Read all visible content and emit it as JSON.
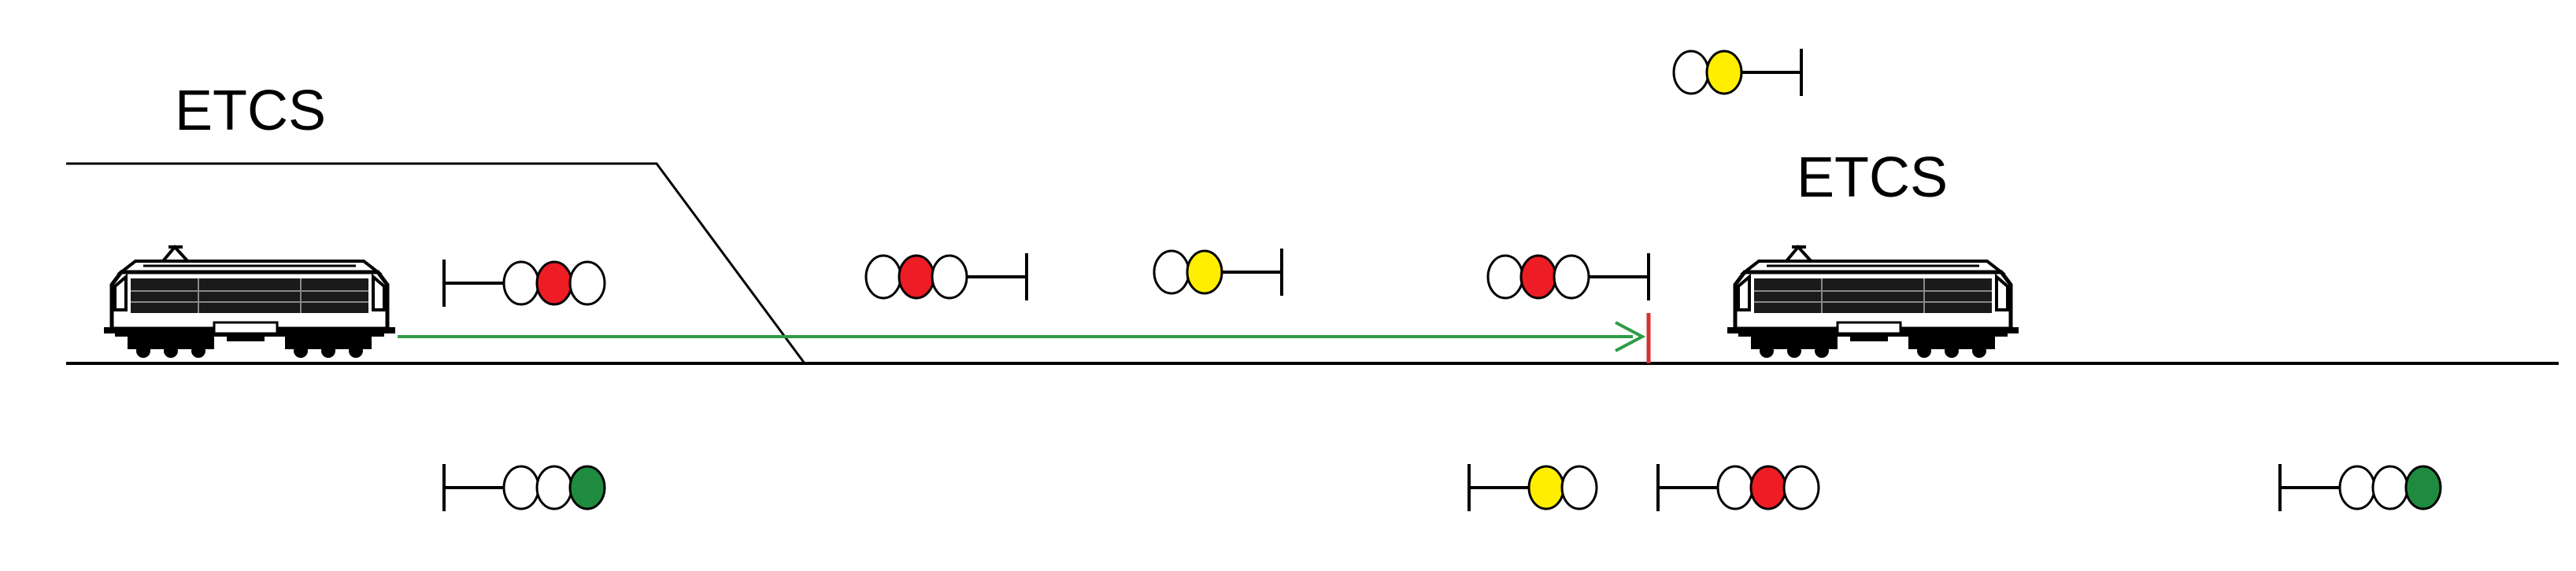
{
  "labels": {
    "etcs_left": "ETCS",
    "etcs_right": "ETCS"
  },
  "colors": {
    "red": "#ee1c24",
    "yellow": "#ffee00",
    "green": "#1f8b3f",
    "off": "#ffffff",
    "outline": "#000000",
    "movement_authority": "#2e9b48",
    "end_of_authority": "#d93030"
  },
  "signals": [
    {
      "id": "left-train-front",
      "mast": "left",
      "lamps": [
        "off",
        "red",
        "off"
      ]
    },
    {
      "id": "block-1",
      "mast": "right",
      "lamps": [
        "off",
        "red",
        "off"
      ]
    },
    {
      "id": "block-2",
      "mast": "right",
      "lamps": [
        "off",
        "yellow"
      ]
    },
    {
      "id": "block-3",
      "mast": "right",
      "lamps": [
        "off",
        "red",
        "off"
      ]
    },
    {
      "id": "upper-right",
      "mast": "right",
      "lamps": [
        "off",
        "yellow"
      ]
    },
    {
      "id": "lower-left",
      "mast": "left",
      "lamps": [
        "off",
        "off",
        "green"
      ]
    },
    {
      "id": "lower-middle",
      "mast": "left",
      "lamps": [
        "yellow",
        "off"
      ]
    },
    {
      "id": "lower-center",
      "mast": "left",
      "lamps": [
        "off",
        "red",
        "off"
      ]
    },
    {
      "id": "lower-right",
      "mast": "left",
      "lamps": [
        "off",
        "off",
        "green"
      ]
    }
  ],
  "trains": [
    {
      "id": "left-train"
    },
    {
      "id": "right-train"
    }
  ]
}
